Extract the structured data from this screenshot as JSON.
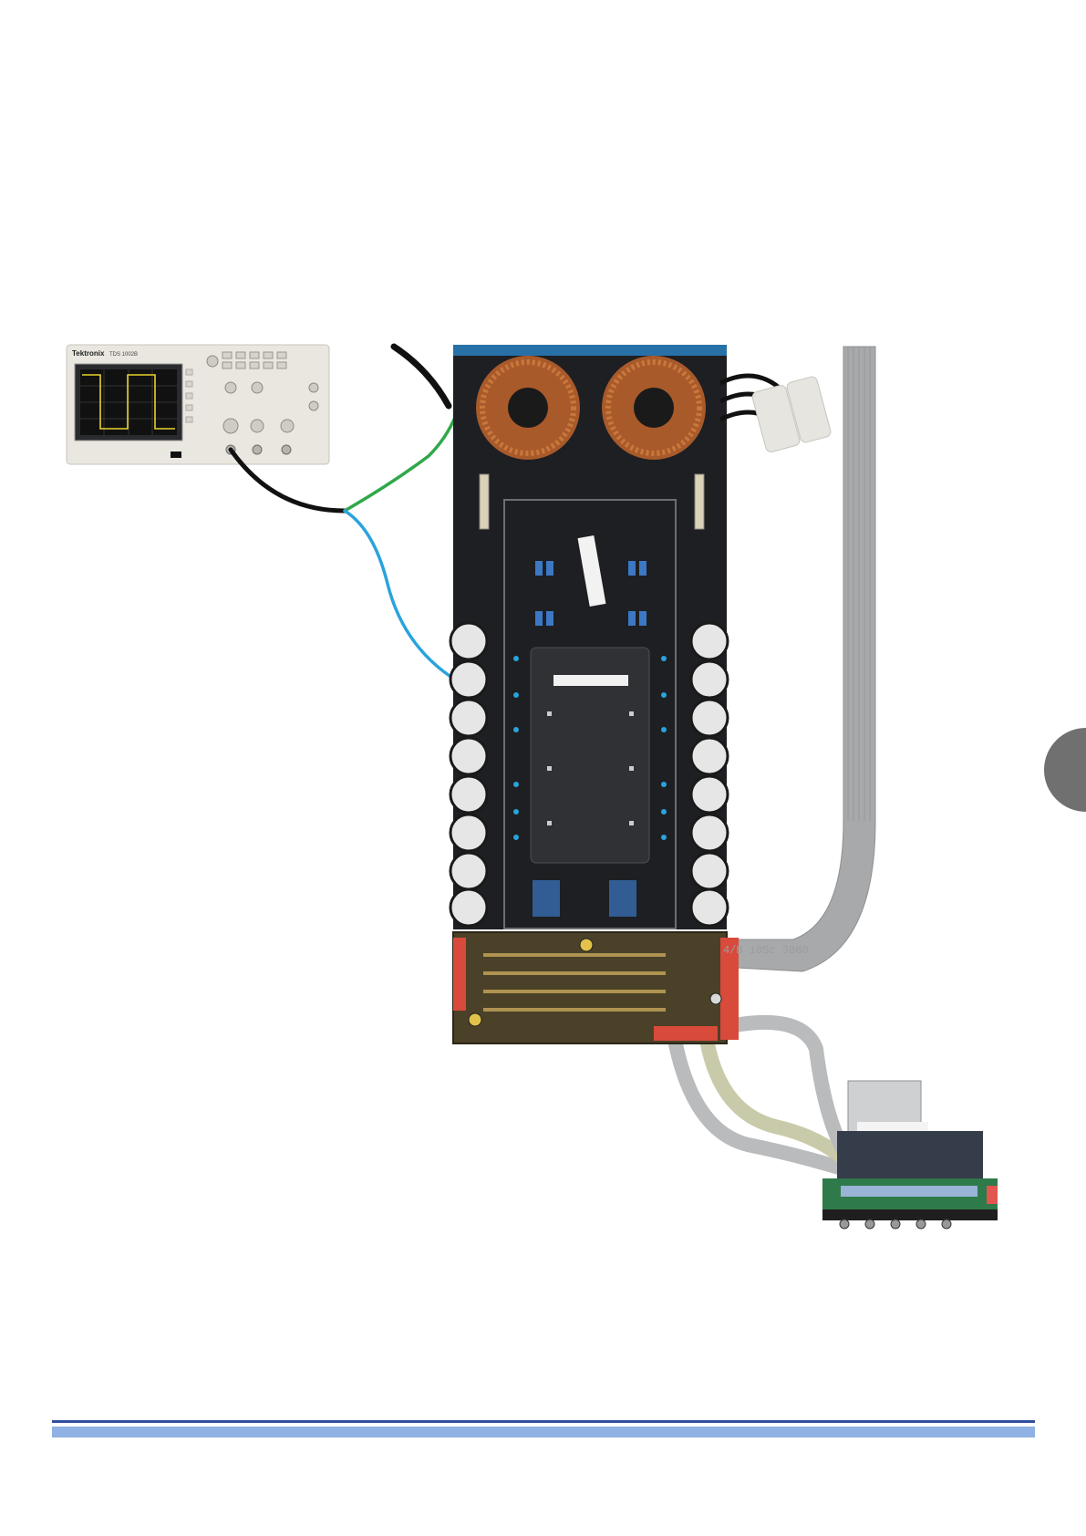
{
  "scope": {
    "brand": "Tektronix",
    "model": "TDS 1002B",
    "trace_color": "#e8d22a"
  },
  "board": {
    "edge_label": "4/B 105c 3080"
  },
  "colors": {
    "rule_dark": "#2f4f9e",
    "rule_light": "#8fb1e3",
    "page_tab": "#707070",
    "pcb": "#1d1f22",
    "probe_green": "#2fa84a",
    "probe_blue": "#29a3dc"
  }
}
